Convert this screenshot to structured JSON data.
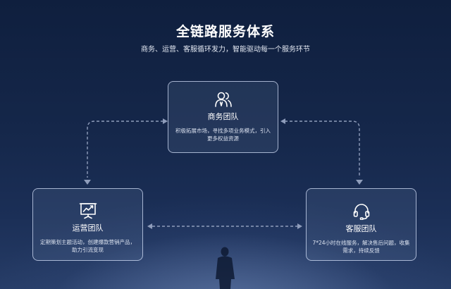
{
  "header": {
    "title": "全链路服务体系",
    "subtitle": "商务、运营、客服循环发力，智能驱动每一个服务环节"
  },
  "cards": {
    "business": {
      "icon": "team-icon",
      "title": "商务团队",
      "description": "积极拓展市场，寻找多项业务模式，引入更多权益资源"
    },
    "operations": {
      "icon": "presentation-chart-icon",
      "title": "运营团队",
      "description": "定期策划主题活动，创建爆款营销产品，助力引流变现"
    },
    "service": {
      "icon": "headset-icon",
      "title": "客服团队",
      "description": "7*24小时在线服务，解决售后问题，收集需求，持续反馈"
    }
  },
  "colors": {
    "background": "#15274a",
    "card_border": "#d2def5",
    "connector": "#8f9dbb",
    "text": "#ffffff"
  }
}
